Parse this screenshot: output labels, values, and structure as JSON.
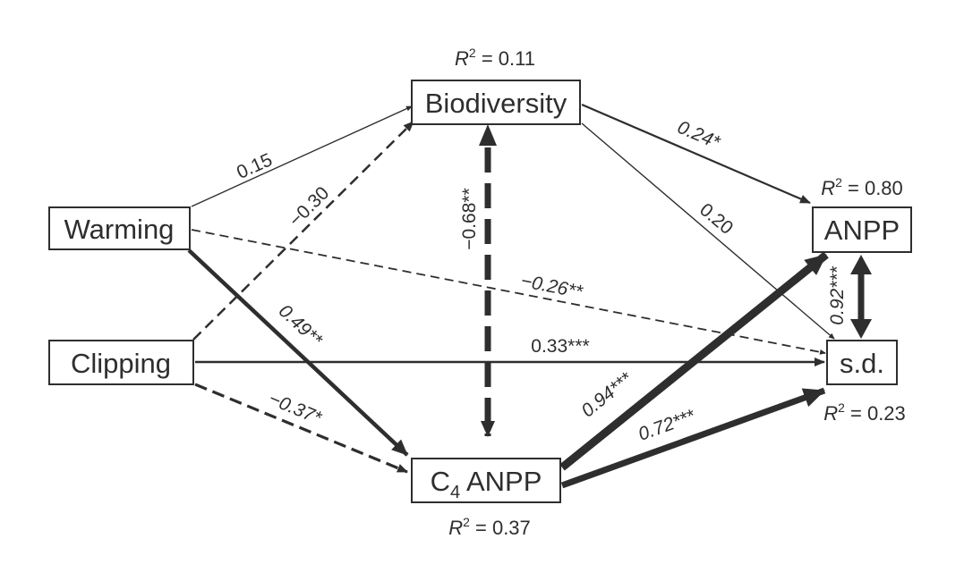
{
  "nodes": {
    "biodiversity": "Biodiversity",
    "warming": "Warming",
    "clipping": "Clipping",
    "c4_anpp": {
      "main": "C",
      "sub": "4",
      "rest": " ANPP"
    },
    "anpp": "ANPP",
    "sd": "s.d."
  },
  "r2": {
    "biodiversity": {
      "letter": "R",
      "sup": "2",
      "value": " = 0.11"
    },
    "anpp": {
      "letter": "R",
      "sup": "2",
      "value": " = 0.80"
    },
    "sd": {
      "letter": "R",
      "sup": "2",
      "value": " = 0.23"
    },
    "c4_anpp": {
      "letter": "R",
      "sup": "2",
      "value": " = 0.37"
    }
  },
  "paths": {
    "warming_biodiversity": "0.15",
    "clipping_biodiversity": "−0.30",
    "warming_sd": "−0.26**",
    "warming_c4": "0.49**",
    "clipping_sd": "0.33***",
    "clipping_c4": "−0.37*",
    "biodiversity_c4": "−0.68**",
    "biodiversity_anpp": "0.24*",
    "biodiversity_sd": "0.20",
    "c4_anpp": "0.94***",
    "c4_sd": "0.72***",
    "anpp_sd": "0.92***"
  },
  "colors": {
    "ink": "#2e2e2e"
  }
}
